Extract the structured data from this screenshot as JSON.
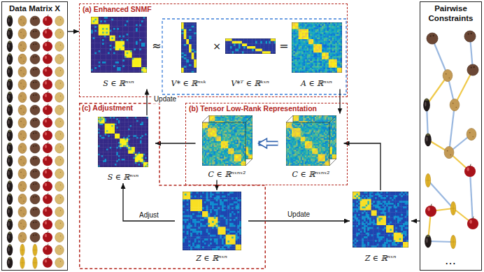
{
  "diagram": {
    "nodes": [
      {
        "text": [
          "Data Matrix X"
        ]
      },
      {
        "text": [
          "(a) Enhanced SNMF"
        ]
      },
      {
        "text": [
          "S ∈ ℝⁿˣⁿ"
        ],
        "in": 1
      },
      {
        "text": [
          "V* ∈ ℝⁿˣᵏ"
        ],
        "in": 1
      },
      {
        "text": [
          "V*ᵀ ∈ ℝᵏˣⁿ"
        ],
        "in": 1
      },
      {
        "text": [
          "A ∈ ℝⁿˣⁿ"
        ],
        "in": 1
      },
      {
        "text": [
          "(b) Tensor Low-Rank Representation"
        ]
      },
      {
        "text": [
          "C ∈ ℝⁿˣⁿˣ²"
        ],
        "in": 6
      },
      {
        "text": [
          "C ∈ ℝⁿˣⁿˣ²"
        ],
        "in": 6
      },
      {
        "text": [
          "(c) Adjustment"
        ]
      },
      {
        "text": [
          "S ∈ ℝⁿˣⁿ"
        ],
        "in": 9
      },
      {
        "text": [
          "Z ∈ ℝⁿˣⁿ"
        ],
        "in": 9
      },
      {
        "text": [
          "Z ∈ ℝⁿˣⁿ"
        ]
      },
      {
        "text": [
          "Pairwise Constraints"
        ]
      }
    ],
    "edges": [
      {
        "from": 0,
        "to": 1,
        "arrow": "to"
      },
      {
        "from": 5,
        "to": 8,
        "arrow": "to"
      },
      {
        "from": 8,
        "to": 7,
        "arrow": "to"
      },
      {
        "from": 7,
        "to": 10,
        "arrow": "to"
      },
      {
        "from": 7,
        "to": 11,
        "arrow": "to"
      },
      {
        "from": 11,
        "to": 10,
        "label": "Adjust",
        "arrow": "to"
      },
      {
        "from": 10,
        "to": 2,
        "label": "Update",
        "arrow": "to"
      },
      {
        "from": 11,
        "to": 12,
        "label": "Update",
        "arrow": "to"
      },
      {
        "from": 13,
        "to": 12,
        "arrow": "to"
      },
      {
        "from": 12,
        "to": 8,
        "arrow": "to"
      }
    ],
    "labels": [
      "≈",
      "×",
      "=",
      "…"
    ]
  }
}
